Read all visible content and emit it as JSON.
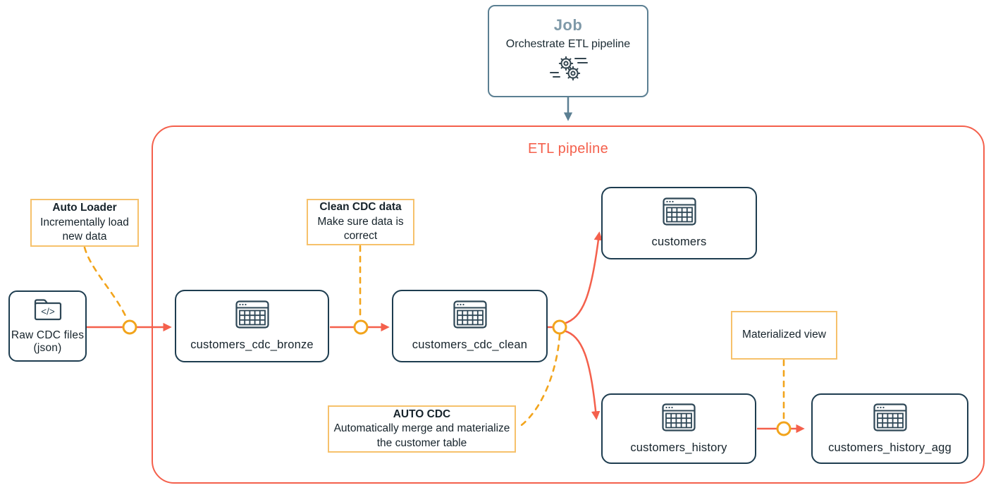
{
  "colors": {
    "accent_red": "#F4604C",
    "node_border": "#1E3D50",
    "job_border": "#5B7F92",
    "job_title_text": "#7E99A8",
    "connector_yellow": "#F2A41C",
    "annotation_border": "#F6C16B",
    "text_dark": "#16232B"
  },
  "job": {
    "title": "Job",
    "subtitle": "Orchestrate ETL pipeline",
    "icon": "gears-icon"
  },
  "pipeline": {
    "title": "ETL pipeline"
  },
  "source": {
    "label": "Raw CDC files (json)",
    "icon": "folder-code-icon"
  },
  "nodes": [
    {
      "label": "customers_cdc_bronze",
      "icon": "table-grid-icon"
    },
    {
      "label": "customers_cdc_clean",
      "icon": "table-grid-icon"
    },
    {
      "label": "customers",
      "icon": "table-grid-icon"
    },
    {
      "label": "customers_history",
      "icon": "table-grid-icon"
    },
    {
      "label": "customers_history_agg",
      "icon": "table-grid-icon"
    }
  ],
  "annotations": [
    {
      "title": "Auto Loader",
      "body": "Incrementally load new data"
    },
    {
      "title": "Clean CDC data",
      "body": "Make sure data is correct"
    },
    {
      "title": "AUTO CDC",
      "body": "Automatically merge and materialize the customer table"
    },
    {
      "title": "",
      "body": "Materialized view"
    }
  ]
}
